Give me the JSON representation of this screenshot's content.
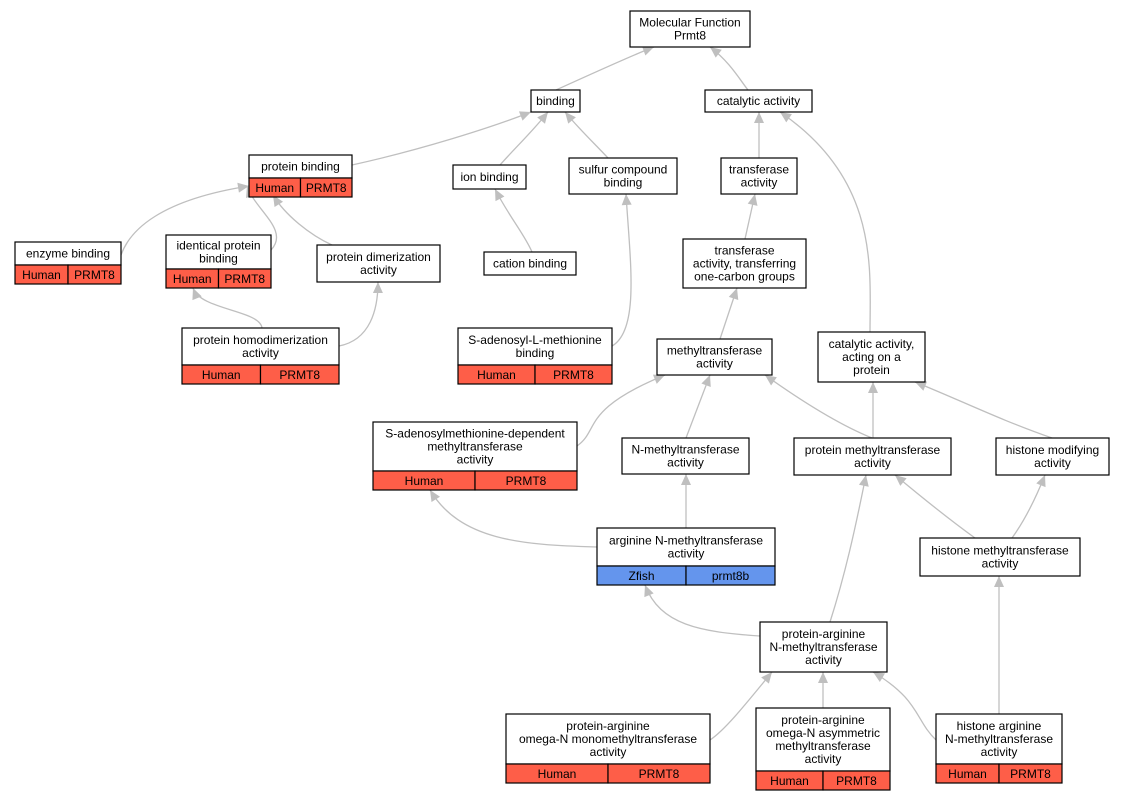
{
  "diagram": {
    "colors": {
      "human": "#fe5e48",
      "zfish": "#6495ed",
      "edge": "#bfbfbf",
      "border": "#000000"
    },
    "nodes": {
      "molecular_function": {
        "lines": [
          "Molecular Function",
          "Prmt8"
        ]
      },
      "binding": {
        "lines": [
          "binding"
        ]
      },
      "catalytic_activity": {
        "lines": [
          "catalytic activity"
        ]
      },
      "protein_binding": {
        "lines": [
          "protein binding"
        ],
        "tags": [
          "Human",
          "PRMT8"
        ],
        "species": "human"
      },
      "ion_binding": {
        "lines": [
          "ion binding"
        ]
      },
      "sulfur_compound_binding": {
        "lines": [
          "sulfur compound",
          "binding"
        ]
      },
      "transferase_activity": {
        "lines": [
          "transferase",
          "activity"
        ]
      },
      "enzyme_binding": {
        "lines": [
          "enzyme binding"
        ],
        "tags": [
          "Human",
          "PRMT8"
        ],
        "species": "human"
      },
      "identical_protein_binding": {
        "lines": [
          "identical protein",
          "binding"
        ],
        "tags": [
          "Human",
          "PRMT8"
        ],
        "species": "human"
      },
      "protein_dimerization_activity": {
        "lines": [
          "protein dimerization",
          "activity"
        ]
      },
      "cation_binding": {
        "lines": [
          "cation binding"
        ]
      },
      "transferase_one_carbon": {
        "lines": [
          "transferase",
          "activity, transferring",
          "one-carbon groups"
        ]
      },
      "protein_homodimerization_activity": {
        "lines": [
          "protein homodimerization",
          "activity"
        ],
        "tags": [
          "Human",
          "PRMT8"
        ],
        "species": "human"
      },
      "s_adenosyl_l_methionine_binding": {
        "lines": [
          "S-adenosyl-L-methionine",
          "binding"
        ],
        "tags": [
          "Human",
          "PRMT8"
        ],
        "species": "human"
      },
      "methyltransferase_activity": {
        "lines": [
          "methyltransferase",
          "activity"
        ]
      },
      "catalytic_acting_on_protein": {
        "lines": [
          "catalytic activity,",
          "acting on a",
          "protein"
        ]
      },
      "sam_dependent_methyltransferase": {
        "lines": [
          "S-adenosylmethionine-dependent",
          "methyltransferase",
          "activity"
        ],
        "tags": [
          "Human",
          "PRMT8"
        ],
        "species": "human"
      },
      "n_methyltransferase_activity": {
        "lines": [
          "N-methyltransferase",
          "activity"
        ]
      },
      "protein_methyltransferase_activity": {
        "lines": [
          "protein methyltransferase",
          "activity"
        ]
      },
      "histone_modifying_activity": {
        "lines": [
          "histone modifying",
          "activity"
        ]
      },
      "arginine_n_methyltransferase": {
        "lines": [
          "arginine N-methyltransferase",
          "activity"
        ],
        "tags": [
          "Zfish",
          "prmt8b"
        ],
        "species": "zfish"
      },
      "histone_methyltransferase_activity": {
        "lines": [
          "histone methyltransferase",
          "activity"
        ]
      },
      "protein_arginine_n_methyltransferase": {
        "lines": [
          "protein-arginine",
          "N-methyltransferase",
          "activity"
        ]
      },
      "omega_n_monomethyltransferase": {
        "lines": [
          "protein-arginine",
          "omega-N monomethyltransferase",
          "activity"
        ],
        "tags": [
          "Human",
          "PRMT8"
        ],
        "species": "human"
      },
      "omega_n_asymmetric": {
        "lines": [
          "protein-arginine",
          "omega-N asymmetric",
          "methyltransferase",
          "activity"
        ],
        "tags": [
          "Human",
          "PRMT8"
        ],
        "species": "human"
      },
      "histone_arginine_n_methyltransferase": {
        "lines": [
          "histone arginine",
          "N-methyltransferase",
          "activity"
        ],
        "tags": [
          "Human",
          "PRMT8"
        ],
        "species": "human"
      }
    }
  }
}
